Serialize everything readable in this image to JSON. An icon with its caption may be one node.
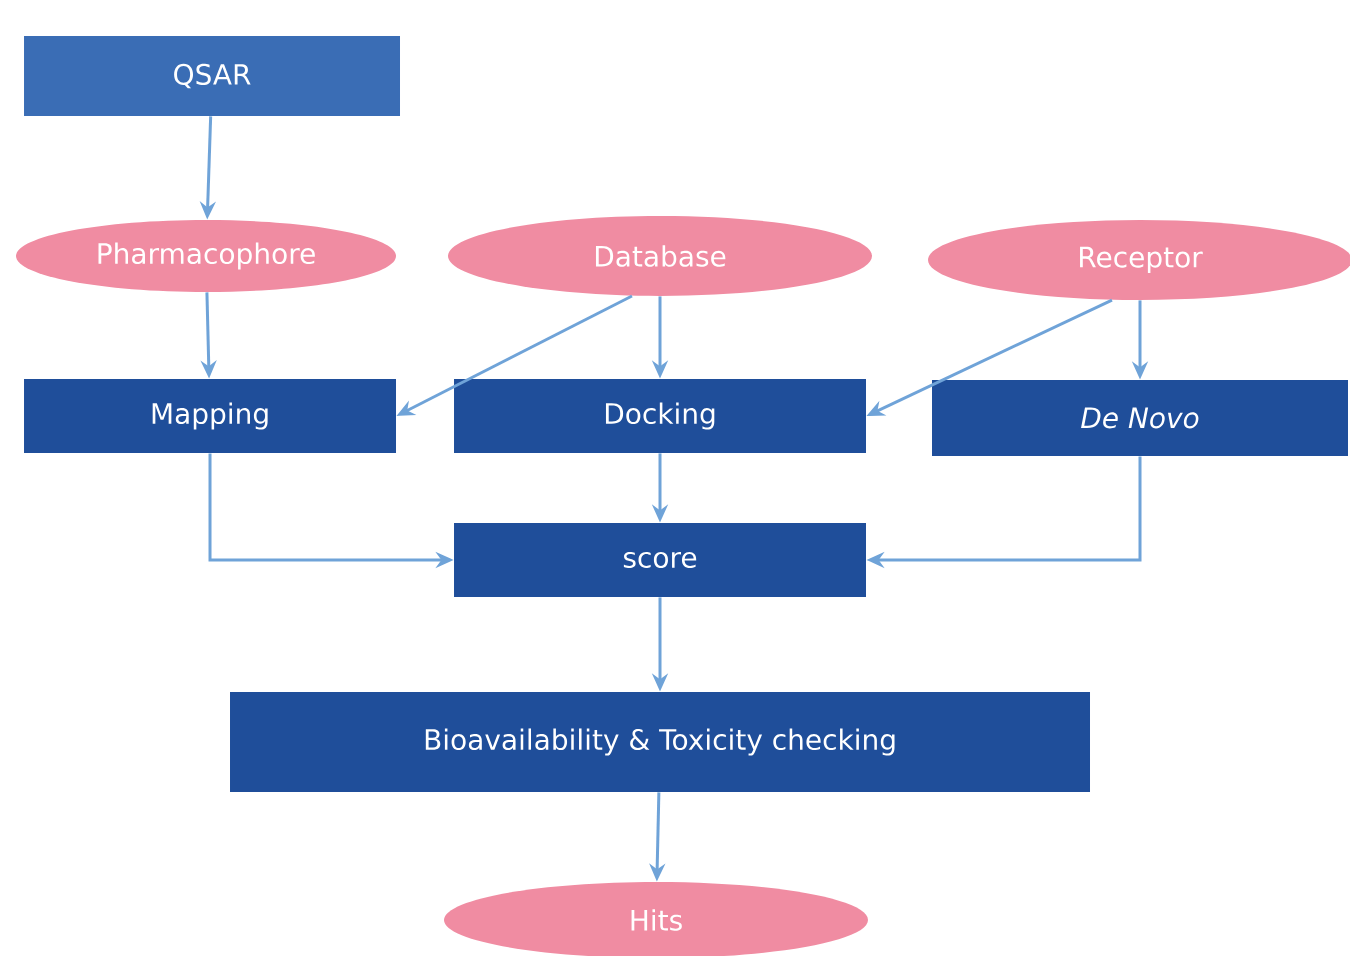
{
  "diagram": {
    "nodes": [
      {
        "text": [
          "QSAR"
        ]
      },
      {
        "text": [
          "Pharmacophore"
        ]
      },
      {
        "text": [
          "Database"
        ]
      },
      {
        "text": [
          "Receptor"
        ]
      },
      {
        "text": [
          "Mapping"
        ]
      },
      {
        "text": [
          "Docking"
        ]
      },
      {
        "text": [
          "De Novo"
        ]
      },
      {
        "text": [
          "score"
        ]
      },
      {
        "text": [
          "Bioavailability & Toxicity checking"
        ]
      },
      {
        "text": [
          "Hits"
        ]
      }
    ],
    "edges": [
      {
        "from": 0,
        "to": 1,
        "arrow": "to"
      },
      {
        "from": 1,
        "to": 4,
        "arrow": "to"
      },
      {
        "from": 2,
        "to": 4,
        "arrow": "to"
      },
      {
        "from": 2,
        "to": 5,
        "arrow": "to"
      },
      {
        "from": 3,
        "to": 5,
        "arrow": "to"
      },
      {
        "from": 3,
        "to": 6,
        "arrow": "to"
      },
      {
        "from": 4,
        "to": 7,
        "arrow": "to"
      },
      {
        "from": 5,
        "to": 7,
        "arrow": "to"
      },
      {
        "from": 6,
        "to": 7,
        "arrow": "to"
      },
      {
        "from": 7,
        "to": 8,
        "arrow": "to"
      },
      {
        "from": 8,
        "to": 9,
        "arrow": "to"
      }
    ]
  }
}
